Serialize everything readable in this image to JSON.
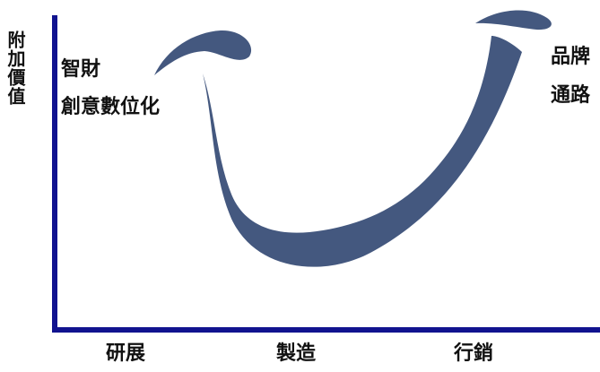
{
  "diagram": {
    "y_axis_label": "附加價值",
    "x_axis_labels": [
      "研展",
      "製造",
      "行銷"
    ],
    "left_notes": [
      "智財",
      "創意數位化"
    ],
    "right_notes": [
      "品牌",
      "通路"
    ]
  },
  "colors": {
    "axis": "#11138f",
    "curve": "#44587f",
    "text": "#111111"
  }
}
